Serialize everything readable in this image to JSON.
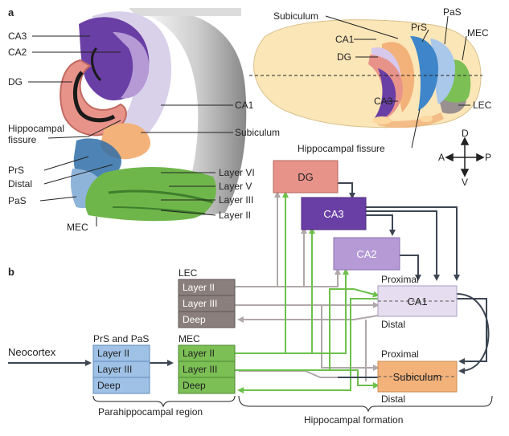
{
  "panel_a": {
    "letter": "a",
    "section_labels": {
      "ca3": "CA3",
      "ca2": "CA2",
      "dg": "DG",
      "ca1": "CA1",
      "hippocampal": "Hippocampal",
      "fissure": "fissure",
      "subiculum": "Subiculum",
      "prs": "PrS",
      "distal": "Distal",
      "pas": "PaS",
      "mec": "MEC",
      "layer_vi": "Layer VI",
      "layer_v": "Layer V",
      "layer_iii": "Layer III",
      "layer_ii": "Layer II"
    },
    "brain_labels": {
      "subiculum": "Subiculum",
      "prs": "PrS",
      "pas": "PaS",
      "mec": "MEC",
      "ca1": "CA1",
      "dg": "DG",
      "ca3": "CA3",
      "lec": "LEC",
      "hippocampal_fissure": "Hippocampal fissure"
    },
    "compass": {
      "d": "D",
      "v": "V",
      "a": "A",
      "p": "P"
    }
  },
  "panel_b": {
    "letter": "b",
    "neocortex": "Neocortex",
    "prs_pas": {
      "title": "PrS and PaS",
      "layers": [
        "Layer II",
        "Layer III",
        "Deep"
      ]
    },
    "mec": {
      "title": "MEC",
      "layers": [
        "Layer II",
        "Layer III",
        "Deep"
      ]
    },
    "lec": {
      "title": "LEC",
      "layers": [
        "Layer II",
        "Layer III",
        "Deep"
      ]
    },
    "dg": "DG",
    "ca3": "CA3",
    "ca2": "CA2",
    "ca1": {
      "label": "CA1",
      "proximal": "Proximal",
      "distal": "Distal"
    },
    "subiculum": {
      "label": "Subiculum",
      "proximal": "Proximal",
      "distal": "Distal"
    },
    "braces": {
      "parahippocampal": "Parahippocampal region",
      "hippocampal": "Hippocampal formation"
    }
  },
  "colors": {
    "green_path": "#6cc04a",
    "gray_path": "#b0a8a8",
    "dark_path": "#3d4652",
    "dg_fill": "#e8938a",
    "ca3_fill": "#6a3fa5",
    "ca2_fill": "#b59ad6",
    "ca1_fill": "#e6def0",
    "sub_fill": "#f3b27a",
    "lec_fill": "#8a7f7c",
    "mec_fill": "#7bbf55",
    "prs_fill": "#9fc1e6"
  }
}
